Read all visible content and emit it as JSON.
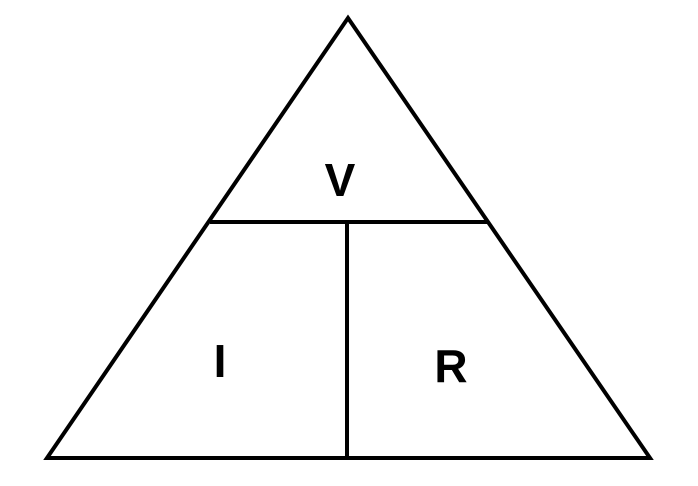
{
  "diagram": {
    "top_label": "V",
    "left_label": "I",
    "right_label": "R",
    "line_color": "#000000",
    "background": "#ffffff"
  }
}
